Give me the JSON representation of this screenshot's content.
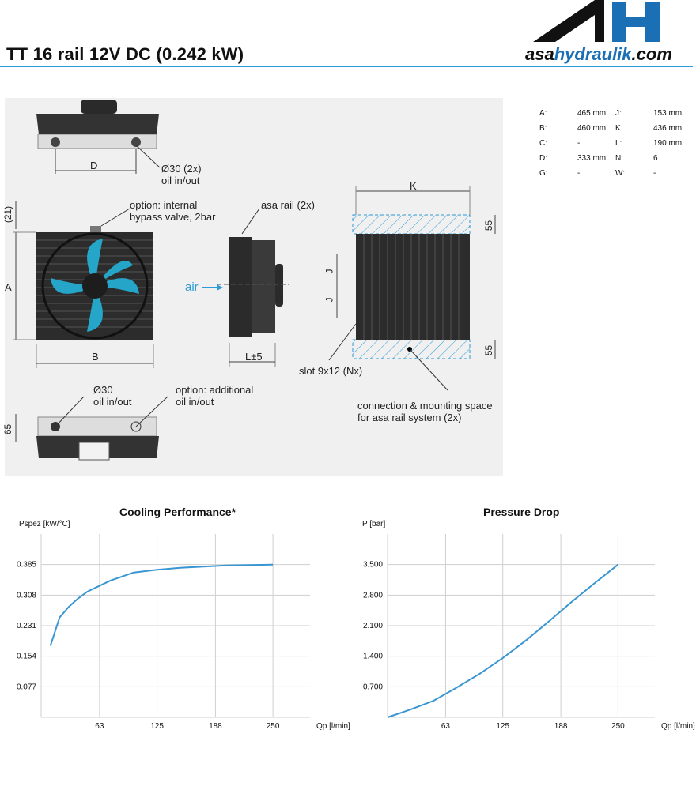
{
  "header": {
    "title": "TT 16 rail 12V DC (0.242 kW)",
    "logo_text_prefix": "asa",
    "logo_text_mid": "hydraulik",
    "logo_text_suffix": ".com",
    "logo_mark": "AH"
  },
  "drawing": {
    "labels": {
      "D": "D",
      "oil30_2x": "Ø30 (2x)",
      "oil_inout": "oil in/out",
      "dim21": "(21)",
      "option_bypass_1": "option: internal",
      "option_bypass_2": "bypass valve, 2bar",
      "asa_rail": "asa rail (2x)",
      "A": "A",
      "air": "air",
      "B": "B",
      "L5": "L±5",
      "K": "K",
      "dim55_top": "55",
      "J1": "J",
      "J2": "J",
      "dim55_bottom": "55",
      "slot": "slot 9x12 (Nx)",
      "oil30": "Ø30",
      "oil_inout2": "oil in/out",
      "option_add_1": "option: additional",
      "option_add_2": "oil in/out",
      "connection_1": "connection & mounting space",
      "connection_2": "for asa rail system (2x)",
      "dim65": "65"
    }
  },
  "specs": [
    {
      "key": "A:",
      "value": "465 mm",
      "key2": "J:",
      "value2": "153 mm"
    },
    {
      "key": "B:",
      "value": "460 mm",
      "key2": "K",
      "value2": "436 mm"
    },
    {
      "key": "C:",
      "value": "-",
      "key2": "L:",
      "value2": "190 mm"
    },
    {
      "key": "D:",
      "value": "333 mm",
      "key2": "N:",
      "value2": "6"
    },
    {
      "key": "G:",
      "value": "-",
      "key2": "W:",
      "value2": "-"
    }
  ],
  "colors": {
    "accent": "#2e9ad6",
    "curve": "#3a96d2",
    "grid": "#cfcfcf",
    "fan": "#25a5c8"
  },
  "chart_data": [
    {
      "type": "line",
      "title": "Cooling Performance*",
      "ylabel": "Pspez [kW/°C]",
      "xlabel": "Qp [l/min]",
      "xticks": [
        63,
        125,
        188,
        250
      ],
      "xtick_labels": [
        "63",
        "125",
        "188",
        "250"
      ],
      "yticks": [
        0.077,
        0.154,
        0.231,
        0.308,
        0.385
      ],
      "ytick_labels": [
        "0.077",
        "0.154",
        "0.231",
        "0.308",
        "0.385"
      ],
      "xlim": [
        0,
        290
      ],
      "ylim": [
        0,
        0.462
      ],
      "grid": true,
      "x": [
        10,
        20,
        30,
        40,
        50,
        75,
        100,
        125,
        150,
        175,
        200,
        225,
        250
      ],
      "y": [
        0.18,
        0.252,
        0.279,
        0.3,
        0.317,
        0.345,
        0.365,
        0.372,
        0.377,
        0.38,
        0.383,
        0.384,
        0.385
      ]
    },
    {
      "type": "line",
      "title": "Pressure Drop",
      "ylabel": "P [bar]",
      "xlabel": "Qp [l/min]",
      "xticks": [
        63,
        125,
        188,
        250
      ],
      "xtick_labels": [
        "63",
        "125",
        "188",
        "250"
      ],
      "yticks": [
        0.7,
        1.4,
        2.1,
        2.8,
        3.5
      ],
      "ytick_labels": [
        "0.700",
        "1.400",
        "2.100",
        "2.800",
        "3.500"
      ],
      "xlim": [
        0,
        290
      ],
      "ylim": [
        0,
        4.2
      ],
      "grid": true,
      "x": [
        0,
        25,
        50,
        75,
        100,
        125,
        150,
        175,
        200,
        225,
        250
      ],
      "y": [
        0,
        0.18,
        0.38,
        0.68,
        1.0,
        1.36,
        1.76,
        2.2,
        2.65,
        3.08,
        3.5
      ]
    }
  ]
}
